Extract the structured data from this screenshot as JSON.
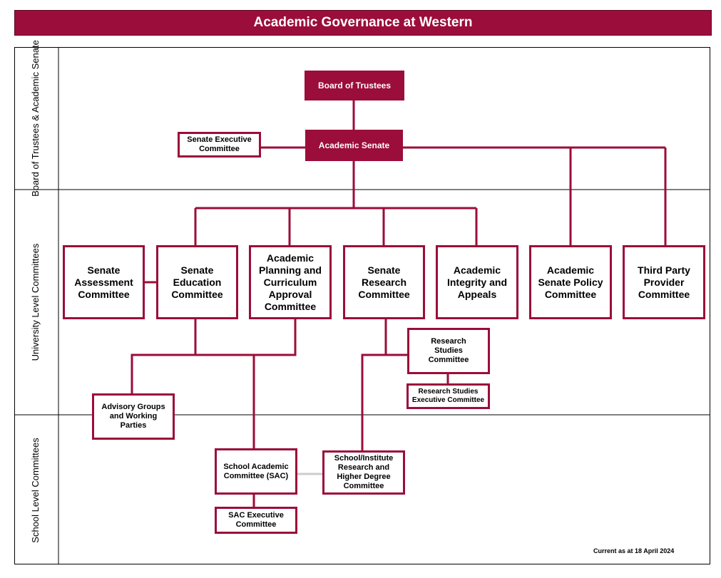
{
  "title": "Academic Governance at Western",
  "bands": {
    "top": "Board of Trustees & Academic Senate",
    "university": "University Level Committees",
    "school": "School Level Committees"
  },
  "nodes": {
    "board_of_trustees": "Board of Trustees",
    "academic_senate": "Academic Senate",
    "senate_executive_committee": "Senate Executive Committee",
    "senate_assessment_committee": "Senate Assessment Committee",
    "senate_education_committee": "Senate Education Committee",
    "apcac": "Academic Planning and Curriculum Approval Committee",
    "senate_research_committee": "Senate Research Committee",
    "academic_integrity_appeals": "Academic Integrity and Appeals",
    "academic_senate_policy": "Academic Senate Policy Committee",
    "third_party_provider": "Third Party Provider Committee",
    "research_studies_committee": "Research Studies Committee",
    "research_studies_exec": "Research Studies Executive Committee",
    "advisory_groups": "Advisory Groups and Working Parties",
    "school_academic_committee": "School Academic Committee (SAC)",
    "sac_executive": "SAC Executive Committee",
    "school_institute_research": "School/Institute Research and Higher Degree Committee"
  },
  "footer": "Current as at 18 April 2024",
  "colors": {
    "maroon": "#9b0d3a",
    "light_connector": "#cccccc"
  }
}
